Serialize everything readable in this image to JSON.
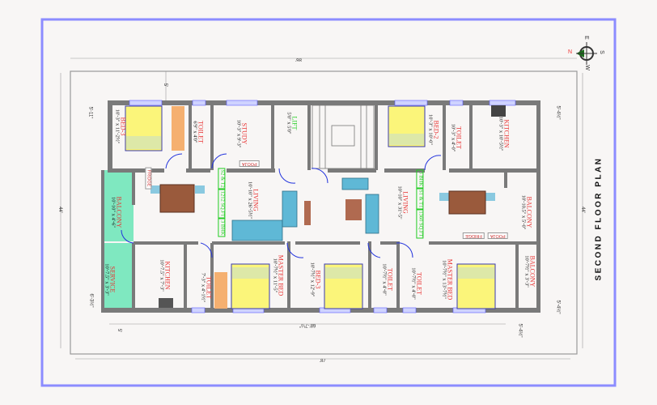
{
  "title": "SECOND FLOOR PLAN",
  "compass": {
    "n": "N",
    "e": "E",
    "s": "S",
    "w": "W"
  },
  "dimensions": {
    "top_overall": "86'",
    "bottom_overall": "78'",
    "bottom_building": "68'-7½\"",
    "left_overall": "44'",
    "right_overall": "44'",
    "top_setback": "5'",
    "left_top_setback": "5'-11\"",
    "left_bottom_setback": "6'-3½\"",
    "right_top_setback": "5'-4½\"",
    "right_bottom_setback": "5'-4½\"",
    "bottom_setback_left": "5'",
    "bottom_setback_right": "5'-4½\""
  },
  "rooms": [
    {
      "name": "BED-3",
      "size": "10'-3\" x 11'-2½\""
    },
    {
      "name": "TOILET",
      "size": "6'9\" x 4'0\""
    },
    {
      "name": "STUDY",
      "size": "10'-3\" x 9'-3\""
    },
    {
      "name": "LIFT",
      "size": "5'0\" x 5'0\""
    },
    {
      "name": "BED-2",
      "size": "10'-3\" x 10'-0\""
    },
    {
      "name": "TOILET",
      "size": "10'-3\" x 4'-0\""
    },
    {
      "name": "KITCHEN",
      "size": "10'-3\" x 10'-5½\""
    },
    {
      "name": "BALCONY",
      "size": "10'-10\" x 4'-6\""
    },
    {
      "name": "LIVING",
      "size": "10'-10\" x 26'-5½\""
    },
    {
      "name": "LIVING",
      "size": "10'-10\" x 31'-5\""
    },
    {
      "name": "BALCONY",
      "size": "10'-10.5\" x 5'-0\""
    },
    {
      "name": "SERVICE",
      "size": "10'-7.5\" x 3'-3\""
    },
    {
      "name": "KITCHEN",
      "size": "10'-7.5\" x 7'-3\""
    },
    {
      "name": "TOILET",
      "size": "7'-3\" x 4'-1½\""
    },
    {
      "name": "MASTER BED",
      "size": "10'-7½\" x 11'-5\""
    },
    {
      "name": "BED-3",
      "size": "10'-7½\" x 12'-9\""
    },
    {
      "name": "TOILET",
      "size": "10'-7½\" x 4'-0\""
    },
    {
      "name": "TOILET",
      "size": "10'-7½\" x 4'-0\""
    },
    {
      "name": "MASTER BED",
      "size": "10'-7½\" x 13'-7½\""
    },
    {
      "name": "BALCONY",
      "size": "10'-7½\" x 3'-3\""
    }
  ],
  "units": [
    {
      "id": "S2 & T2",
      "area": "1212 SQ.FT",
      "type": "3 BHK"
    },
    {
      "id": "S1 & T1",
      "area": "1360 SQ.FT",
      "type": "3 BHK"
    }
  ],
  "tags": {
    "pooja": "POOJA",
    "fridge": "FRIDGE"
  },
  "colors": {
    "wall": "#7a7a7a",
    "bed": "#fbf57a",
    "balcony": "#7fe8c0",
    "sofa": "#5fb8d6",
    "table": "#9a5a3c",
    "frame": "#8c8cff"
  }
}
